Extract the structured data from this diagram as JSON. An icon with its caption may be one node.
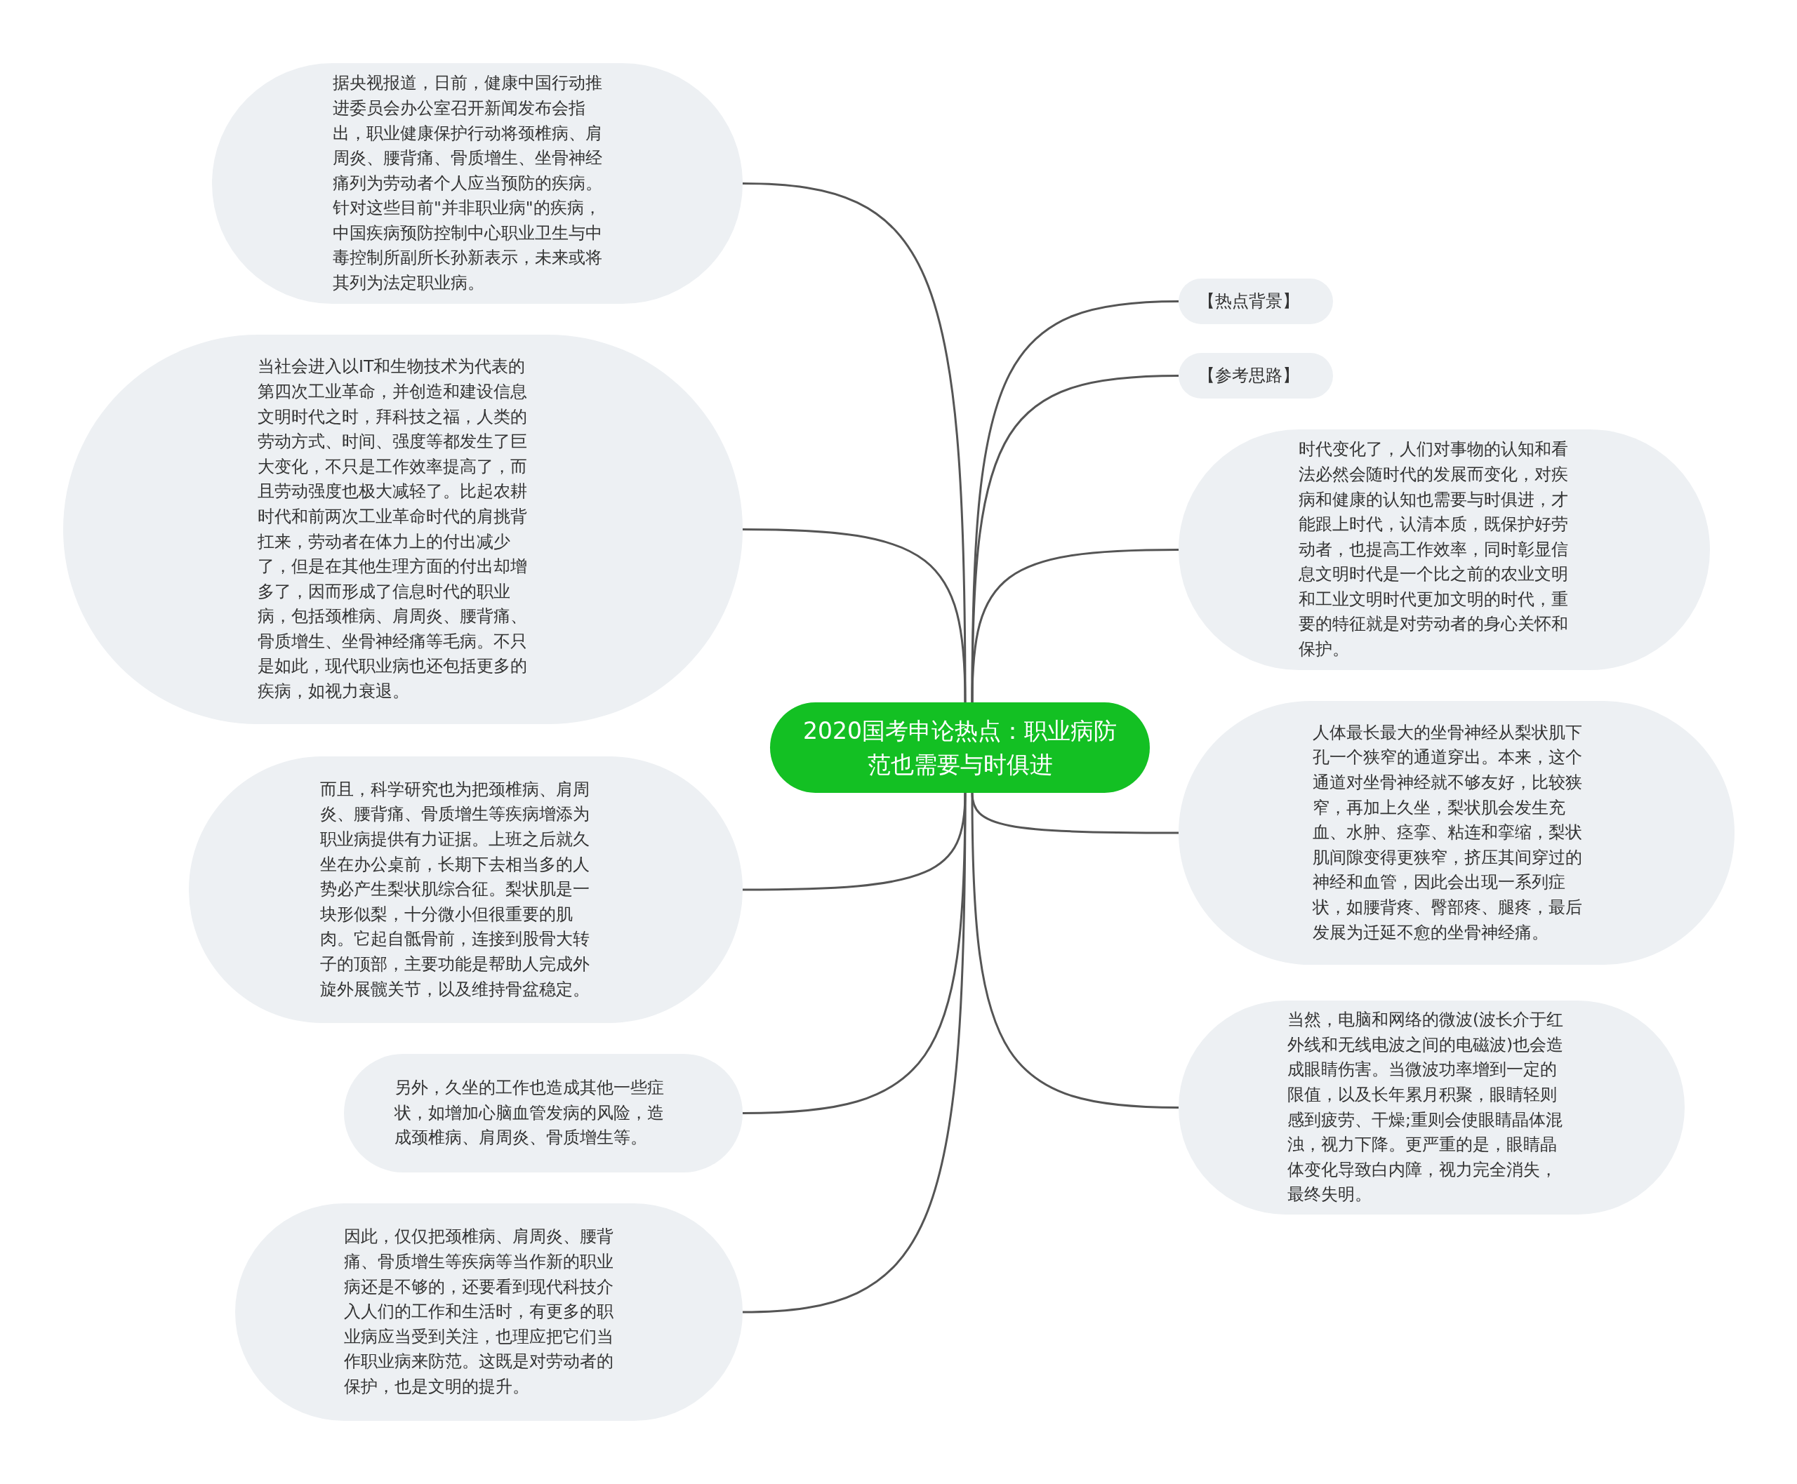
{
  "diagram": {
    "nodes": [
      {
        "text": [
          "2020国考申论热点：职业病防范也需要与时俱进"
        ]
      },
      {
        "text": [
          "据央视报道，日前，健康中国行动推进委员会办公室召开新闻发布会指出，职业健康保护行动将颈椎病、肩周炎、腰背痛、骨质增生、坐骨神经痛列为劳动者个人应当预防的疾病。针对这些目前\"并非职业病\"的疾病，中国疾病预防控制中心职业卫生与中毒控制所副所长孙新表示，未来或将其列为法定职业病。"
        ]
      },
      {
        "text": [
          "当社会进入以IT和生物技术为代表的第四次工业革命，并创造和建设信息文明时代之时，拜科技之福，人类的劳动方式、时间、强度等都发生了巨大变化，不只是工作效率提高了，而且劳动强度也极大减轻了。比起农耕时代和前两次工业革命时代的肩挑背扛来，劳动者在体力上的付出减少了，但是在其他生理方面的付出却增多了，因而形成了信息时代的职业病，包括颈椎病、肩周炎、腰背痛、骨质增生、坐骨神经痛等毛病。不只是如此，现代职业病也还包括更多的疾病，如视力衰退。"
        ]
      },
      {
        "text": [
          "而且，科学研究也为把颈椎病、肩周炎、腰背痛、骨质增生等疾病增添为职业病提供有力证据。上班之后就久坐在办公桌前，长期下去相当多的人势必产生梨状肌综合征。梨状肌是一块形似梨，十分微小但很重要的肌肉。它起自骶骨前，连接到股骨大转子的顶部，主要功能是帮助人完成外旋外展髋关节，以及维持骨盆稳定。"
        ]
      },
      {
        "text": [
          "另外，久坐的工作也造成其他一些症状，如增加心脑血管发病的风险，造成颈椎病、肩周炎、骨质增生等。"
        ]
      },
      {
        "text": [
          "因此，仅仅把颈椎病、肩周炎、腰背痛、骨质增生等疾病等当作新的职业病还是不够的，还要看到现代科技介入人们的工作和生活时，有更多的职业病应当受到关注，也理应把它们当作职业病来防范。这既是对劳动者的保护，也是文明的提升。"
        ]
      },
      {
        "text": [
          "【热点背景】"
        ]
      },
      {
        "text": [
          "【参考思路】"
        ]
      },
      {
        "text": [
          "时代变化了，人们对事物的认知和看法必然会随时代的发展而变化，对疾病和健康的认知也需要与时俱进，才能跟上时代，认清本质，既保护好劳动者，也提高工作效率，同时彰显信息文明时代是一个比之前的农业文明和工业文明时代更加文明的时代，重要的特征就是对劳动者的身心关怀和保护。"
        ]
      },
      {
        "text": [
          "人体最长最大的坐骨神经从梨状肌下孔一个狭窄的通道穿出。本来，这个通道对坐骨神经就不够友好，比较狭窄，再加上久坐，梨状肌会发生充血、水肿、痉挛、粘连和挛缩，梨状肌间隙变得更狭窄，挤压其间穿过的神经和血管，因此会出现一系列症状，如腰背疼、臀部疼、腿疼，最后发展为迁延不愈的坐骨神经痛。"
        ]
      },
      {
        "text": [
          "当然，电脑和网络的微波(波长介于红外线和无线电波之间的电磁波)也会造成眼睛伤害。当微波功率增到一定的限值，以及长年累月积聚，眼睛轻则感到疲劳、干燥;重则会使眼睛晶体混浊，视力下降。更严重的是，眼睛晶体变化导致白内障，视力完全消失，最终失明。"
        ]
      }
    ],
    "edges": [
      {
        "from": 0,
        "to": 1,
        "arrow": "none"
      },
      {
        "from": 0,
        "to": 2,
        "arrow": "none"
      },
      {
        "from": 0,
        "to": 3,
        "arrow": "none"
      },
      {
        "from": 0,
        "to": 4,
        "arrow": "none"
      },
      {
        "from": 0,
        "to": 5,
        "arrow": "none"
      },
      {
        "from": 0,
        "to": 6,
        "arrow": "none"
      },
      {
        "from": 0,
        "to": 7,
        "arrow": "none"
      },
      {
        "from": 0,
        "to": 8,
        "arrow": "none"
      },
      {
        "from": 0,
        "to": 9,
        "arrow": "none"
      },
      {
        "from": 0,
        "to": 10,
        "arrow": "none"
      }
    ]
  }
}
